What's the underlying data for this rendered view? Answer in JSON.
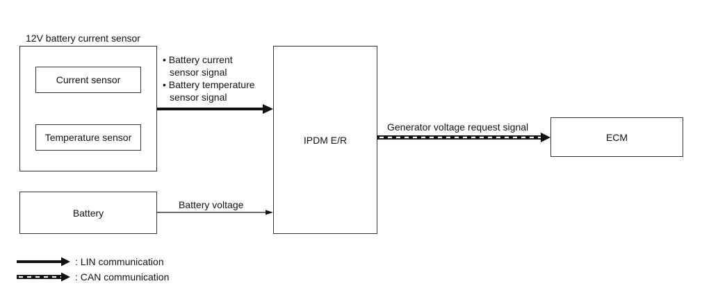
{
  "nodes": {
    "sensor_group": {
      "title": "12V battery current sensor"
    },
    "current_sensor": {
      "label": "Current sensor"
    },
    "temperature_sensor": {
      "label": "Temperature sensor"
    },
    "battery": {
      "label": "Battery"
    },
    "ipdm": {
      "label": "IPDM E/R"
    },
    "ecm": {
      "label": "ECM"
    }
  },
  "edges": {
    "sensor_signals": {
      "type": "LIN",
      "lines": [
        "• Battery current",
        "sensor signal",
        "• Battery temperature",
        "sensor signal"
      ]
    },
    "battery_voltage": {
      "type": "plain",
      "label": "Battery voltage"
    },
    "generator_request": {
      "type": "CAN",
      "label": "Generator voltage request signal"
    }
  },
  "legend": {
    "lin": ": LIN communication",
    "can": ": CAN communication"
  },
  "colors": {
    "line": "#111111",
    "border": "#333333",
    "dash": "#ffffff"
  }
}
